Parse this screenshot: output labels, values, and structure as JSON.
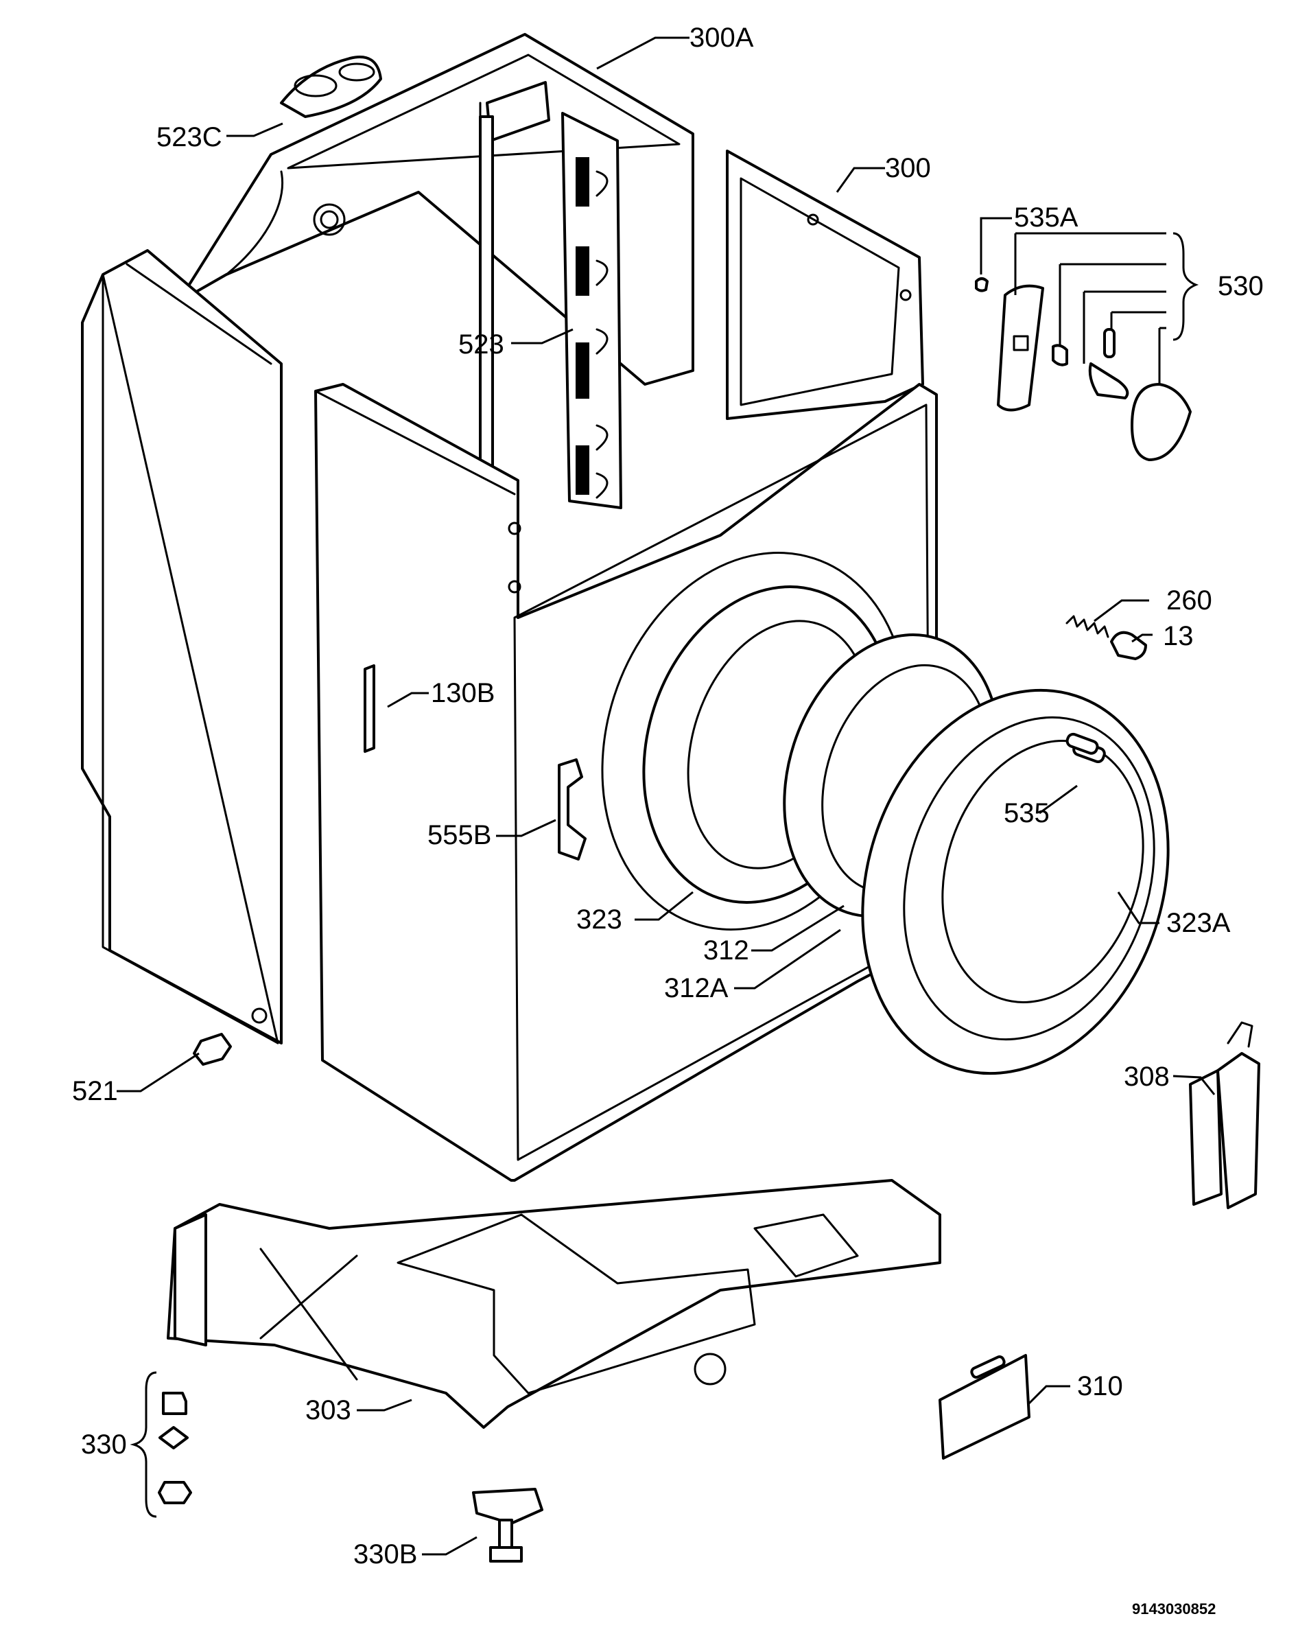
{
  "labels": {
    "l300A": "300A",
    "l523C": "523C",
    "l300": "300",
    "l535A": "535A",
    "l530": "530",
    "l523": "523",
    "l260": "260",
    "l13": "13",
    "l130B": "130B",
    "l535": "535",
    "l555B": "555B",
    "l323": "323",
    "l323A": "323A",
    "l312": "312",
    "l312A": "312A",
    "l521": "521",
    "l308": "308",
    "l330": "330",
    "l310": "310",
    "l303": "303",
    "l330B": "330B"
  },
  "drawing_code": "9143030852"
}
